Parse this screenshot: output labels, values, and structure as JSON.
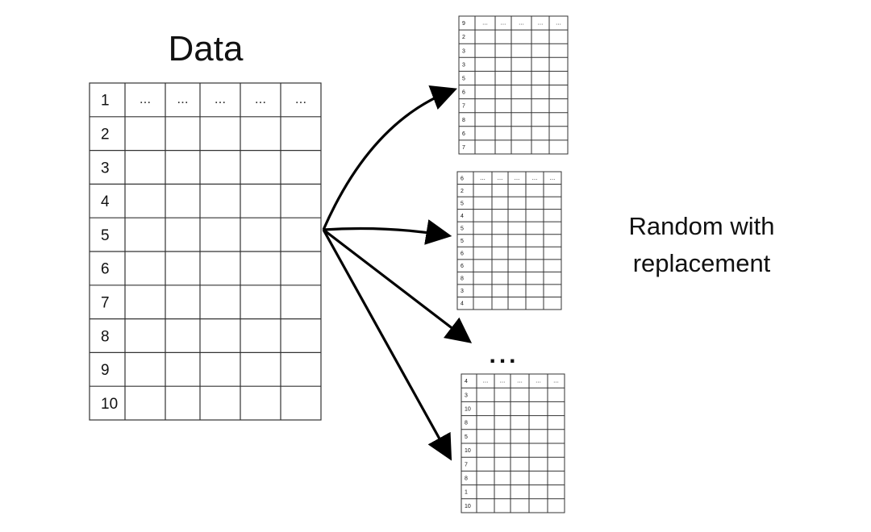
{
  "title": "Data",
  "caption": [
    "Random with",
    "replacement"
  ],
  "ellipsis": "...",
  "main_table": {
    "row_labels": [
      "1",
      "2",
      "3",
      "4",
      "5",
      "6",
      "7",
      "8",
      "9",
      "10"
    ],
    "header_cell": "...",
    "data_columns": 5
  },
  "samples": [
    {
      "row_labels": [
        "9",
        "2",
        "3",
        "3",
        "5",
        "6",
        "7",
        "8",
        "6",
        "7"
      ],
      "header_cell": "...",
      "data_columns": 5
    },
    {
      "row_labels": [
        "6",
        "2",
        "5",
        "4",
        "5",
        "5",
        "6",
        "6",
        "8",
        "3",
        "4"
      ],
      "header_cell": "...",
      "data_columns": 5
    },
    {
      "row_labels": [
        "4",
        "3",
        "10",
        "8",
        "5",
        "10",
        "7",
        "8",
        "1",
        "10"
      ],
      "header_cell": "...",
      "data_columns": 5
    }
  ],
  "colors": {
    "line": "#000000",
    "grid": "#333333",
    "background": "#ffffff"
  }
}
